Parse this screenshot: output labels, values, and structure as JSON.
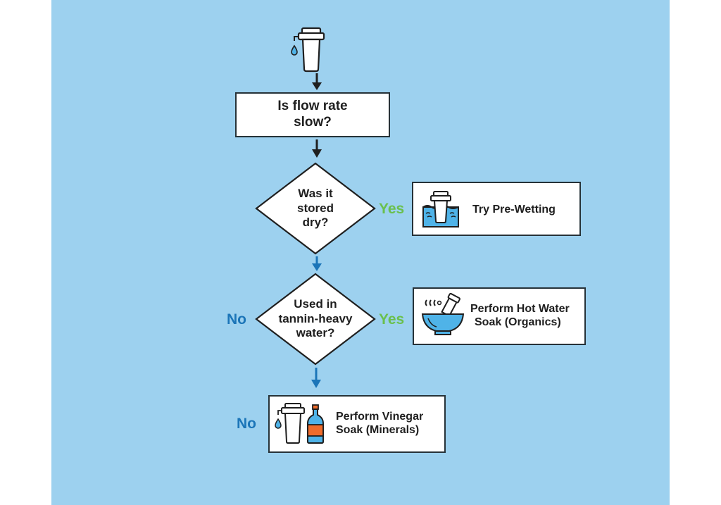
{
  "flowchart": {
    "start_icon": "water-filter-icon",
    "steps": {
      "q1": {
        "text_line1": "Is flow rate",
        "text_line2": "slow?"
      },
      "q2": {
        "text_line1": "Was it",
        "text_line2": "stored",
        "text_line3": "dry?"
      },
      "q3": {
        "text_line1": "Used in",
        "text_line2": "tannin-heavy",
        "text_line3": "water?"
      },
      "a1": {
        "label": "Try Pre-Wetting",
        "icon": "filter-in-water-icon"
      },
      "a2": {
        "label_line1": "Perform Hot Water",
        "label_line2": "Soak (Organics)",
        "icon": "hot-water-bowl-icon"
      },
      "a3": {
        "label_line1": "Perform Vinegar",
        "label_line2": "Soak (Minerals)",
        "icon": "filter-and-vinegar-icon"
      }
    },
    "branch_labels": {
      "q2_yes": "Yes",
      "q3_yes": "Yes",
      "q3_no": "No",
      "a3_no": "No"
    }
  },
  "colors": {
    "background": "#9dd1ef",
    "yes": "#6ac04d",
    "no": "#1b75b8",
    "arrow_dark": "#1f1f1f",
    "arrow_blue": "#1b75b8",
    "water": "#4fb3e8",
    "bottle_label": "#ef6c2b"
  }
}
